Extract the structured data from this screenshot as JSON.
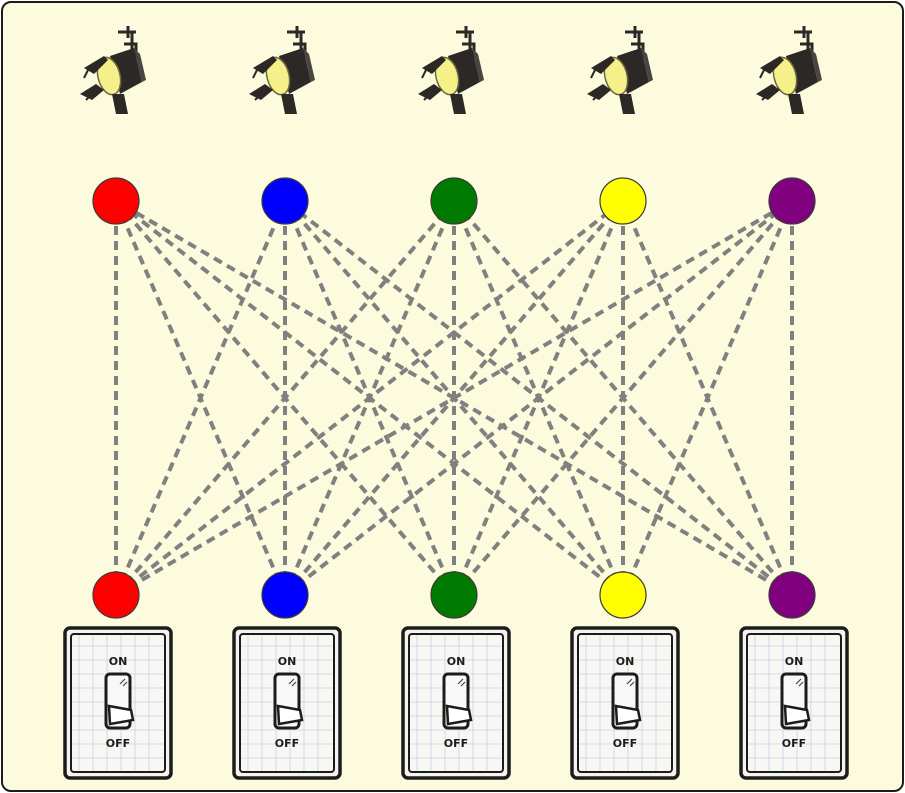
{
  "colors": {
    "background": "#fdfbdd",
    "border": "#1b1b1b",
    "wire": "#808080",
    "lamp_body": "#2b2826",
    "lamp_lens": "#f6f08a"
  },
  "lights": [
    {
      "color_name": "red",
      "color": "#ff0000",
      "icon": "spotlight-icon"
    },
    {
      "color_name": "blue",
      "color": "#0000ff",
      "icon": "spotlight-icon"
    },
    {
      "color_name": "green",
      "color": "#007a00",
      "icon": "spotlight-icon"
    },
    {
      "color_name": "yellow",
      "color": "#ffff00",
      "icon": "spotlight-icon"
    },
    {
      "color_name": "purple",
      "color": "#800080",
      "icon": "spotlight-icon"
    }
  ],
  "switches": [
    {
      "color_name": "red",
      "color": "#ff0000",
      "on_label": "ON",
      "off_label": "OFF",
      "state": "off"
    },
    {
      "color_name": "blue",
      "color": "#0000ff",
      "on_label": "ON",
      "off_label": "OFF",
      "state": "off"
    },
    {
      "color_name": "green",
      "color": "#007a00",
      "on_label": "ON",
      "off_label": "OFF",
      "state": "off"
    },
    {
      "color_name": "yellow",
      "color": "#ffff00",
      "on_label": "ON",
      "off_label": "OFF",
      "state": "off"
    },
    {
      "color_name": "purple",
      "color": "#800080",
      "on_label": "ON",
      "off_label": "OFF",
      "state": "off"
    }
  ],
  "wiring": "every switch connected to every light"
}
